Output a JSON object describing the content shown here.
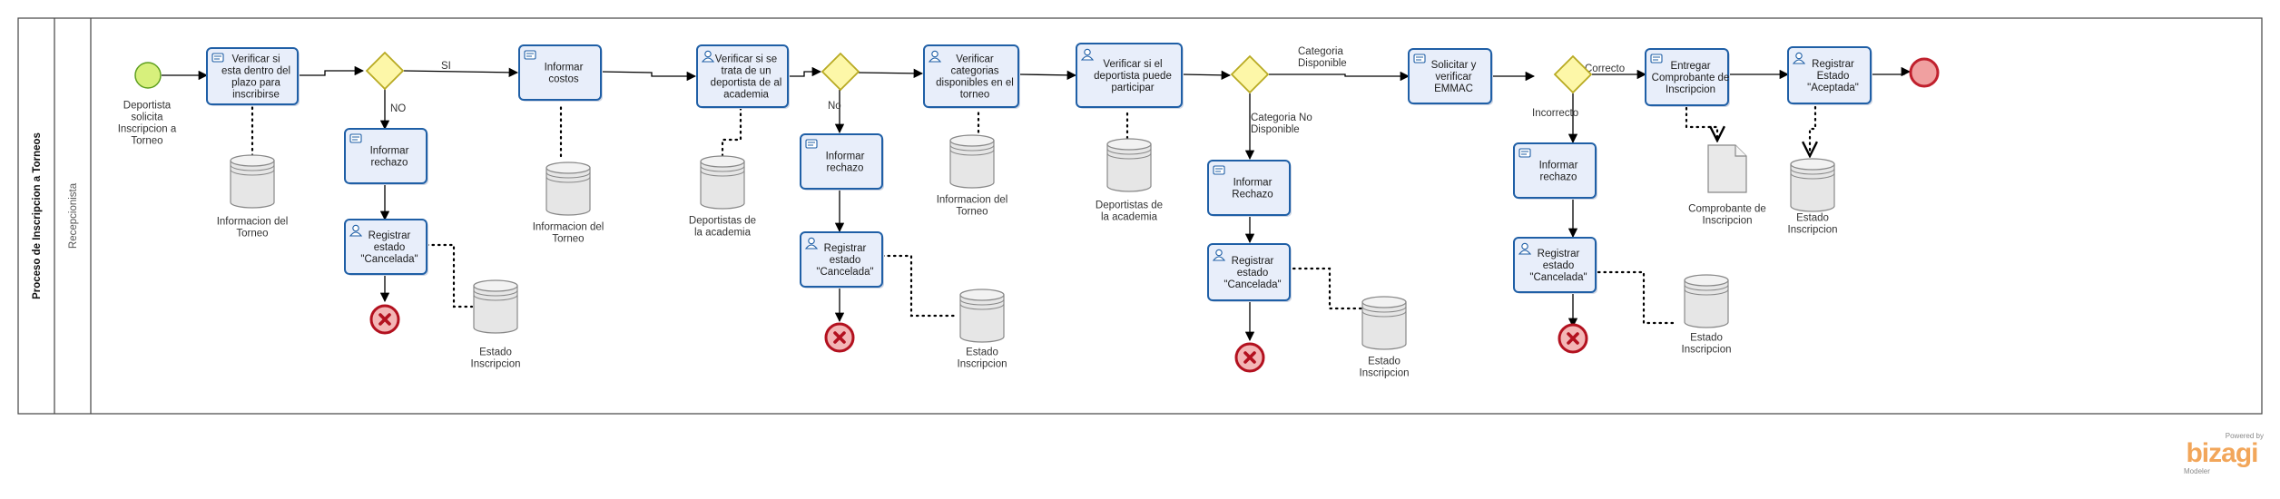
{
  "pool": {
    "label": "Proceso de Inscripcion a Torneos"
  },
  "lane": {
    "label": "Recepcionista"
  },
  "start_event": {
    "label": "Deportista solicita Inscripcion a Torneo"
  },
  "tasks": [
    {
      "id": "t1",
      "label": "Verificar si esta dentro del plazo para inscribirse"
    },
    {
      "id": "t2",
      "label": "Informar rechazo"
    },
    {
      "id": "t3",
      "label": "Registrar estado \"Cancelada\""
    },
    {
      "id": "t4",
      "label": "Informar costos"
    },
    {
      "id": "t5",
      "label": "Verificar si se trata de un deportista de al academia"
    },
    {
      "id": "t6",
      "label": "Informar rechazo"
    },
    {
      "id": "t7",
      "label": "Registrar estado \"Cancelada\""
    },
    {
      "id": "t8",
      "label": "Verificar categorias disponibles en el torneo"
    },
    {
      "id": "t9",
      "label": "Verificar si el deportista puede participar"
    },
    {
      "id": "t10",
      "label": "Informar Rechazo"
    },
    {
      "id": "t11",
      "label": "Registrar estado \"Cancelada\""
    },
    {
      "id": "t12",
      "label": "Solicitar y verificar EMMAC"
    },
    {
      "id": "t13",
      "label": "Informar rechazo"
    },
    {
      "id": "t14",
      "label": "Registrar estado \"Cancelada\""
    },
    {
      "id": "t15",
      "label": "Entregar Comprobante de Inscripcion"
    },
    {
      "id": "t16",
      "label": "Registrar Estado \"Aceptada\""
    }
  ],
  "data_stores": [
    {
      "id": "d1",
      "label": "Informacion del Torneo"
    },
    {
      "id": "d2",
      "label": "Estado Inscripcion"
    },
    {
      "id": "d3",
      "label": "Informacion del Torneo"
    },
    {
      "id": "d4",
      "label": "Deportistas de la academia"
    },
    {
      "id": "d5",
      "label": "Estado Inscripcion"
    },
    {
      "id": "d6",
      "label": "Informacion del Torneo"
    },
    {
      "id": "d7",
      "label": "Deportistas de la academia"
    },
    {
      "id": "d8",
      "label": "Estado Inscripcion"
    },
    {
      "id": "d9",
      "label": "Estado Inscripcion"
    },
    {
      "id": "d10",
      "label": "Estado Inscripcion"
    }
  ],
  "document": {
    "label": "Comprobante de Inscripcion"
  },
  "flow_labels": {
    "g1_yes": "SI",
    "g1_no": "NO",
    "g2_no": "No",
    "g3_yes": "Categoria Disponible",
    "g3_no": "Categoria No Disponible",
    "g4_yes": "Correcto",
    "g4_no": "Incorrecto"
  },
  "branding": {
    "powered": "Powered by",
    "logo": "bizagi",
    "product": "Modeler"
  },
  "colors": {
    "task_fill": "#e8eefa",
    "task_stroke": "#1f5fa6",
    "gateway_fill": "#fdf7a8",
    "gateway_stroke": "#b8aa22",
    "start_fill": "#d7f07c",
    "start_stroke": "#5e9f1f",
    "end_fill": "#f0a0a0",
    "end_stroke": "#c0202d",
    "error_fill": "#f3b6b6",
    "error_stroke": "#b3111f",
    "store_fill": "#e6e6e6",
    "store_stroke": "#888888"
  }
}
